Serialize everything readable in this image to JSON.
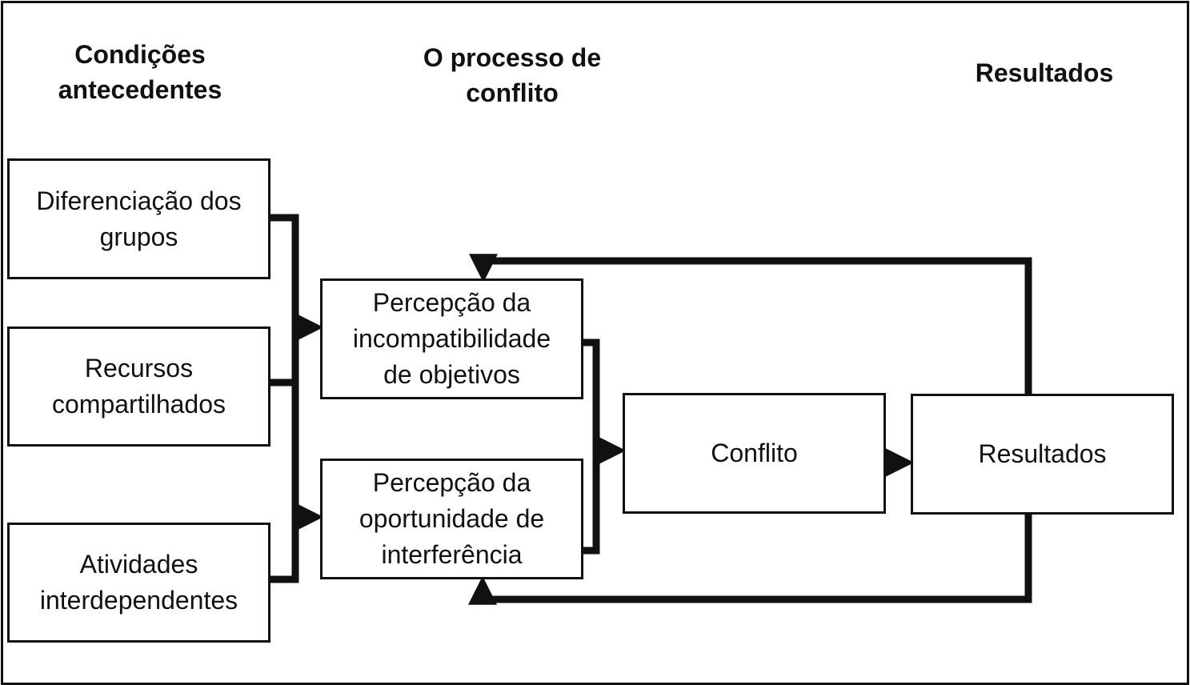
{
  "headers": {
    "antecedent": "Condições\nantecedentes",
    "process": "O processo de\nconflito",
    "results": "Resultados"
  },
  "boxes": {
    "diferenciacao": "Diferenciação  dos\ngrupos",
    "recursos": "Recursos\ncompartilhados",
    "atividades": "Atividades\ninterdependentes",
    "incompatibilidade": "Percepção da\nincompatibilidade\nde objetivos",
    "oportunidade": "Percepção da\noportunidade de\ninterferência",
    "conflito": "Conflito",
    "resultados": "Resultados"
  },
  "colors": {
    "line": "#111111",
    "background": "#ffffff"
  }
}
